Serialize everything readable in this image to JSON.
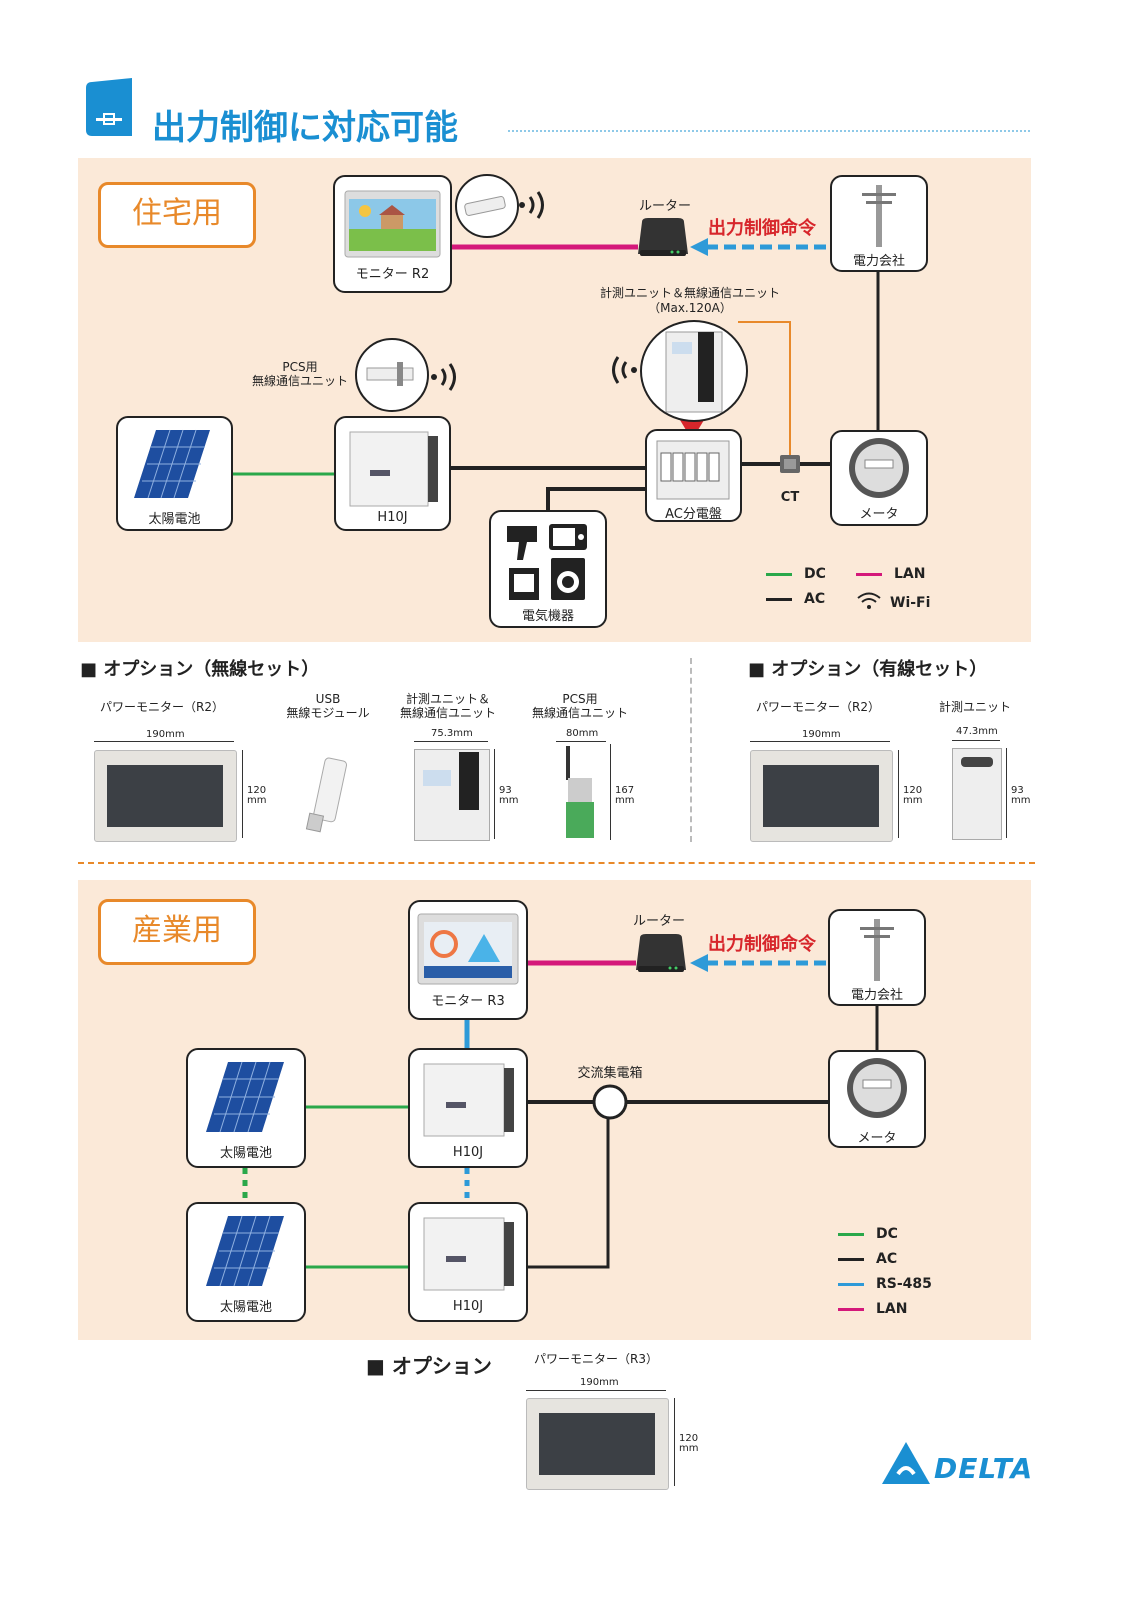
{
  "title": "出力制御に対応可能",
  "colors": {
    "dc": "#2aa84a",
    "ac": "#222222",
    "lan": "#d4187a",
    "rs485": "#2e9ad8",
    "control": "#2e9ad8",
    "accent": "#e8892a",
    "panel": "#fbe9d8",
    "blue": "#1a8fd2"
  },
  "residential": {
    "category": "住宅用",
    "monitor": "モニター R2",
    "router": "ルーター",
    "control_command": "出力制御命令",
    "power_company": "電力会社",
    "measure_unit": "計測ユニット＆無線通信ユニット",
    "measure_unit_max": "（Max.120A）",
    "pcs_wireless_1": "PCS用",
    "pcs_wireless_2": "無線通信ユニット",
    "solar": "太陽電池",
    "inverter": "H10J",
    "ac_panel": "AC分電盤",
    "ct": "CT",
    "meter": "メータ",
    "appliances": "電気機器",
    "legend": {
      "dc": "DC",
      "ac": "AC",
      "lan": "LAN",
      "wifi": "Wi-Fi"
    }
  },
  "options_wireless": {
    "title": "■ オプション（無線セット）",
    "items": [
      {
        "name": "パワーモニター（R2）",
        "width": "190mm",
        "height": "120\nmm"
      },
      {
        "name1": "USB",
        "name2": "無線モジュール"
      },
      {
        "name1": "計測ユニット＆",
        "name2": "無線通信ユニット",
        "width": "75.3mm",
        "height": "93\nmm"
      },
      {
        "name1": "PCS用",
        "name2": "無線通信ユニット",
        "width": "80mm",
        "height": "167\nmm"
      }
    ]
  },
  "options_wired": {
    "title": "■ オプション（有線セット）",
    "items": [
      {
        "name": "パワーモニター（R2）",
        "width": "190mm",
        "height": "120\nmm"
      },
      {
        "name": "計測ユニット",
        "width": "47.3mm",
        "height": "93\nmm"
      }
    ]
  },
  "industrial": {
    "category": "産業用",
    "monitor": "モニター R3",
    "router": "ルーター",
    "control_command": "出力制御命令",
    "power_company": "電力会社",
    "junction_box": "交流集電箱",
    "solar": "太陽電池",
    "inverter": "H10J",
    "meter": "メータ",
    "legend": {
      "dc": "DC",
      "ac": "AC",
      "rs485": "RS-485",
      "lan": "LAN"
    }
  },
  "options_industrial": {
    "title": "■ オプション",
    "item": {
      "name": "パワーモニター（R3）",
      "width": "190mm",
      "height": "120\nmm"
    }
  },
  "brand": "DELTA"
}
